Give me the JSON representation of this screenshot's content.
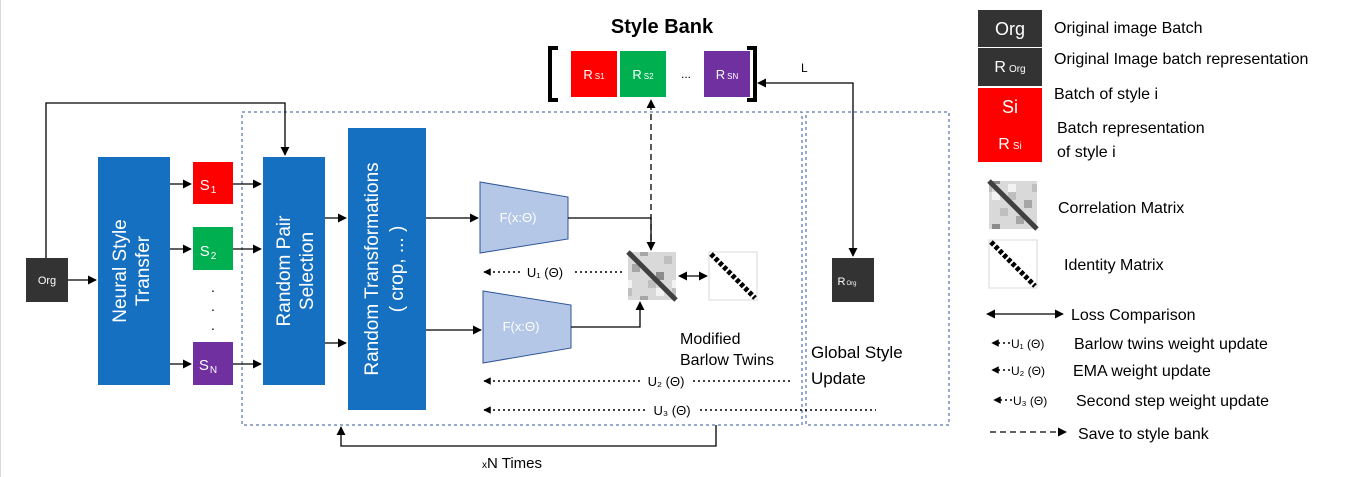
{
  "title": "Style Bank",
  "colors": {
    "blue": "#1570c1",
    "red": "#ff0000",
    "green": "#00b050",
    "purple": "#7030a0",
    "dark": "#333333",
    "encoder": "#b4c7e7",
    "encoder_stroke": "#2f5597"
  },
  "blocks": {
    "org_input": "Org",
    "nst": [
      "Neural Style",
      "Transfer"
    ],
    "rps": [
      "Random Pair",
      "Selection"
    ],
    "rt": [
      "Random Transformations",
      "( crop, ... )"
    ],
    "r_org": {
      "main": "R",
      "sub": "Org"
    }
  },
  "styles": {
    "s1": {
      "main": "S",
      "sub": "1"
    },
    "s2": {
      "main": "S",
      "sub": "2"
    },
    "sn": {
      "main": "S",
      "sub": "N"
    },
    "dots": ".",
    "bank_ellipsis": "..."
  },
  "bank": {
    "r1": {
      "main": "R",
      "sub": "S1"
    },
    "r2": {
      "main": "R",
      "sub": "S2"
    },
    "rn": {
      "main": "R",
      "sub": "SN"
    }
  },
  "encoders": {
    "top": "F(x:Θ)",
    "bottom": "F(x:Θ)"
  },
  "labels": {
    "u1": "U₁ (Θ)",
    "u2": "U₂ (Θ)",
    "u3": "U₃ (Θ)",
    "mbt": [
      "Modified",
      "Barlow Twins"
    ],
    "gsu": [
      "Global Style",
      "Update"
    ],
    "xn": "xN Times",
    "x_prefix": "x",
    "n_times": "N Times",
    "loss": "L"
  },
  "legend": {
    "org_box": "Org",
    "org_text": "Original image Batch",
    "rorg_box": {
      "main": "R",
      "sub": "Org"
    },
    "rorg_text": "Original Image batch representation",
    "si_box": "Si",
    "si_text": "Batch of style i",
    "rsi_box": {
      "main": "R",
      "sub": "Si"
    },
    "rsi_text": [
      "Batch representation",
      "of style i"
    ],
    "corr_text": "Correlation Matrix",
    "id_text": "Identity Matrix",
    "loss_text": "Loss Comparison",
    "u1_label": "U₁ (Θ)",
    "u1_text": "Barlow twins weight update",
    "u2_label": "U₂ (Θ)",
    "u2_text": "EMA weight update",
    "u3_label": "U₃ (Θ)",
    "u3_text": "Second step weight update",
    "save_text": "Save to  style bank"
  }
}
